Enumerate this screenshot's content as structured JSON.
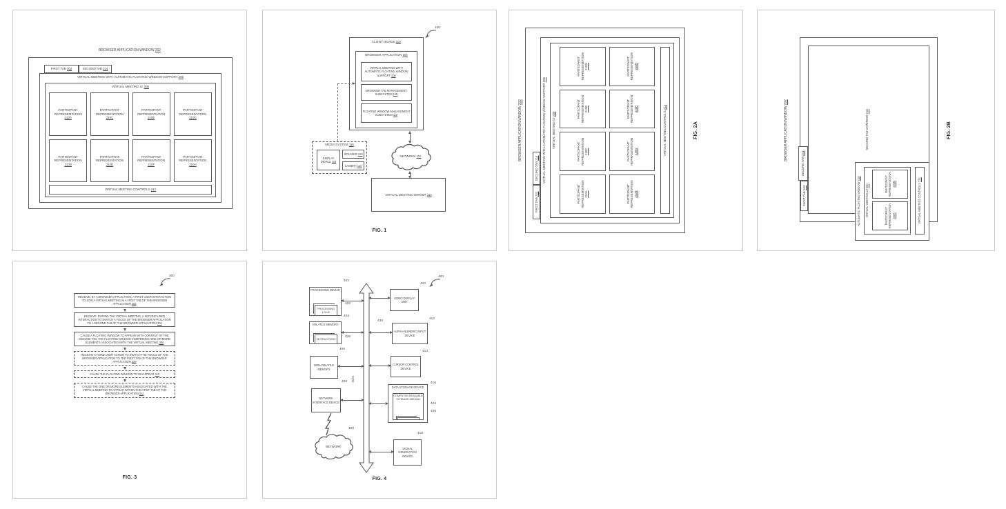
{
  "meta": {
    "background": "#ffffff",
    "panel_border": "#cbcbcb",
    "ink": "#4a4a4a"
  },
  "window_figure": {
    "title": {
      "label": "BROWSER APPLICATION WINDOW",
      "ref": "202"
    },
    "tab1": {
      "label": "FIRST TAB",
      "ref": "204"
    },
    "tab2": {
      "label": "SECOND TAB",
      "ref": "214"
    },
    "support": {
      "label": "VIRTUAL MEETING WITH AUTOMATIC FLOATING WINDOW SUPPORT",
      "ref": "206"
    },
    "ui": {
      "label": "VIRTUAL MEETING UI",
      "ref": "208"
    },
    "participants": [
      {
        "label": "PARTICIPANT REPRESENTATION",
        "ref": "210A"
      },
      {
        "label": "PARTICIPANT REPRESENTATION",
        "ref": "210C"
      },
      {
        "label": "PARTICIPANT REPRESENTATION",
        "ref": "210E"
      },
      {
        "label": "PARTICIPANT REPRESENTATION",
        "ref": "210G"
      },
      {
        "label": "PARTICIPANT REPRESENTATION",
        "ref": "210B"
      },
      {
        "label": "PARTICIPANT REPRESENTATION",
        "ref": "210D"
      },
      {
        "label": "PARTICIPANT REPRESENTATION",
        "ref": "210F"
      },
      {
        "label": "PARTICIPANT REPRESENTATION",
        "ref": "210H"
      }
    ],
    "controls": {
      "label": "VIRTUAL MEETING CONTROLS",
      "ref": "212"
    }
  },
  "fig1": {
    "caption": "FIG. 1",
    "system_ref": "100",
    "client": {
      "label": "CLIENT DEVICE",
      "ref": "102"
    },
    "browser": {
      "label": "BROWSER APPLICATION",
      "ref": "104"
    },
    "support": {
      "label": "VIRTUAL MEETING WITH AUTOMATIC FLOATING WINDOW SUPPORT",
      "ref": "106"
    },
    "tab_mgmt": {
      "label": "BROWSER TAB MANAGEMENT SUBSYSTEM",
      "ref": "108"
    },
    "float_mgmt": {
      "label": "FLOATING WINDOW MANAGEMENT SUBSYSTEM",
      "ref": "110"
    },
    "media": {
      "label": "MEDIA SYSTEM",
      "ref": "116"
    },
    "display": {
      "label": "DISPLAY DEVICE",
      "ref": "118"
    },
    "speaker": {
      "label": "SPEAKER",
      "ref": "120"
    },
    "camera": {
      "label": "CAMERA",
      "ref": "122"
    },
    "network": {
      "label": "NETWORK",
      "ref": "112"
    },
    "server": {
      "label": "VIRTUAL MEETING SERVER",
      "ref": "114"
    }
  },
  "fig2a": {
    "caption": "FIG. 2A"
  },
  "fig2b": {
    "caption": "FIG. 2B",
    "title": {
      "label": "BROWSER APPLICATION WINDOW",
      "ref": "202"
    },
    "tab1": {
      "label": "FIRST TAB",
      "ref": "204"
    },
    "tab2": {
      "label": "SECOND TAB",
      "ref": "214"
    },
    "content": {
      "label": "SECOND TAB CONTENT",
      "ref": "216"
    },
    "floating": {
      "label": "AUTOMATIC FLOATING WINDOW",
      "ref": "218"
    },
    "ui": {
      "label": "VIRTUAL MEETING UI",
      "ref": "220"
    },
    "p1": {
      "label": "PARTICIPANT REPRESENTATION",
      "ref": "222A"
    },
    "p2": {
      "label": "PARTICIPANT REPRESENTATION",
      "ref": "222B"
    },
    "controls": {
      "label": "VIRTUAL MEETING CONTROLS",
      "ref": "224"
    }
  },
  "fig3": {
    "caption": "FIG. 3",
    "system_ref": "300",
    "steps": [
      {
        "text": "RECEIVE, BY A BROWSER APPLICATION, A FIRST USER INTERACTION TO JOIN A VIRTUAL MEETING IN A FIRST TAB OF THE BROWSER APPLICATION",
        "ref": "302"
      },
      {
        "text": "RECEIVE, DURING THE VIRTUAL MEETING, A SECOND USER INTERACTION TO SWITCH A FOCUS OF THE BROWSER APPLICATION TO A SECOND TAB OF THE BROWSER APPLICATION",
        "ref": "304"
      },
      {
        "text": "CAUSE A FLOATING WINDOW TO APPEAR WITH CONTENT OF THE SECOND TAB, THE FLOATING WINDOW COMPRISING ONE OR MORE ELEMENTS ASSOCIATED WITH THE VIRTUAL MEETING",
        "ref": "306"
      },
      {
        "text": "RECEIVE A THIRD USER ACTION TO SWITCH THE FOCUS OF THE BROWSER APPLICATION TO THE FIRST TAB OF THE BROWSER APPLICATION",
        "ref": "308"
      },
      {
        "text": "CAUSE THE FLOATING WINDOW TO DISAPPEAR",
        "ref": "310"
      },
      {
        "text": "CAUSE THE ONE OR MORE ELEMENTS ASSOCIATED WITH THE VIRTUAL MEETING TO APPEAR WITHIN THE FIRST TAB OF THE BROWSER APPLICATION",
        "ref": "312"
      }
    ]
  },
  "fig4": {
    "caption": "FIG. 4",
    "system_ref": "400",
    "processing": {
      "label": "PROCESSING DEVICE",
      "ref": "402"
    },
    "logic": {
      "label": "PROCESSING LOGIC",
      "ref": "422"
    },
    "volatile": {
      "label": "VOLATILE MEMORY",
      "ref": "404"
    },
    "instr_mem": {
      "label": "INSTRUCTIONS",
      "ref": "426"
    },
    "nonvolatile": {
      "label": "NON-VOLATILE MEMORY",
      "ref": "406"
    },
    "nic": {
      "label": "NETWORK INTERFACE DEVICE",
      "ref": "408"
    },
    "network": {
      "label": "NETWORK",
      "ref": "420"
    },
    "bus": {
      "label": "BUS",
      "ref": "430"
    },
    "video": {
      "label": "VIDEO DISPLAY UNIT",
      "ref": "410"
    },
    "alpha": {
      "label": "ALPHA-NUMERIC INPUT DEVICE",
      "ref": "412"
    },
    "cursor": {
      "label": "CURSOR CONTROL DEVICE",
      "ref": "414"
    },
    "storage": {
      "label": "DATA STORAGE DEVICE",
      "ref": "416"
    },
    "medium": {
      "label": "COMPUTER-READABLE STORAGE MEDIUM",
      "ref": "424"
    },
    "instr_storage": {
      "label": "INSTRUCTIONS",
      "ref": "426"
    },
    "signal": {
      "label": "SIGNAL GENERATION DEVICE",
      "ref": "418"
    }
  }
}
